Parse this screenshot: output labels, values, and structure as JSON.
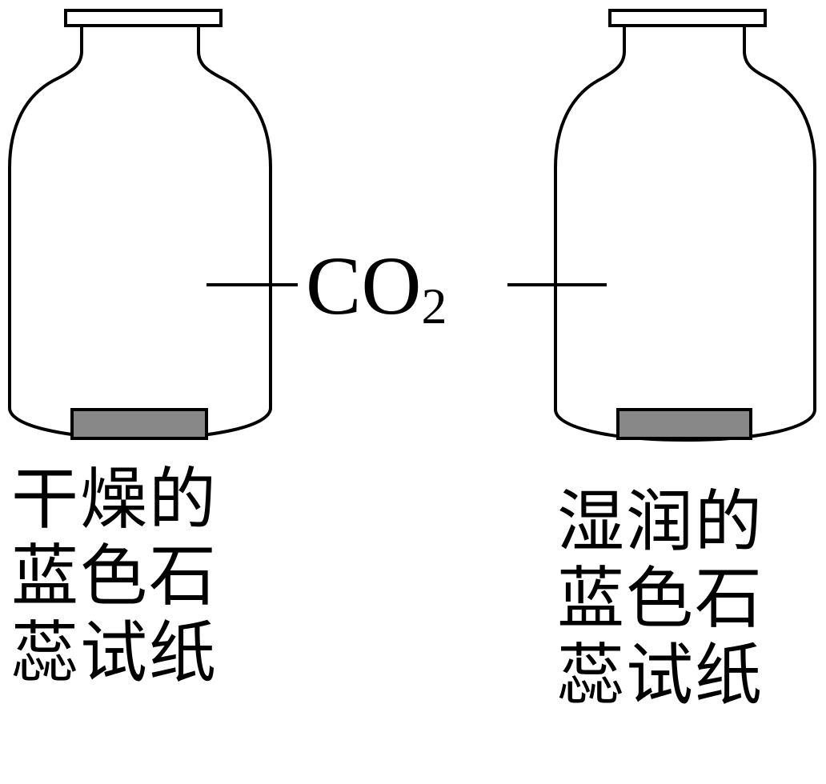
{
  "gas_label": {
    "main": "CO",
    "subscript": "2"
  },
  "jars": [
    {
      "id": "left",
      "caption_lines": [
        "干燥的",
        "蓝色石",
        "蕊试纸"
      ],
      "strip_color": "#888888"
    },
    {
      "id": "right",
      "caption_lines": [
        "湿润的",
        "蓝色石",
        "蕊试纸"
      ],
      "strip_color": "#888888"
    }
  ],
  "colors": {
    "outline": "#000000",
    "background": "#ffffff",
    "strip": "#888888"
  }
}
